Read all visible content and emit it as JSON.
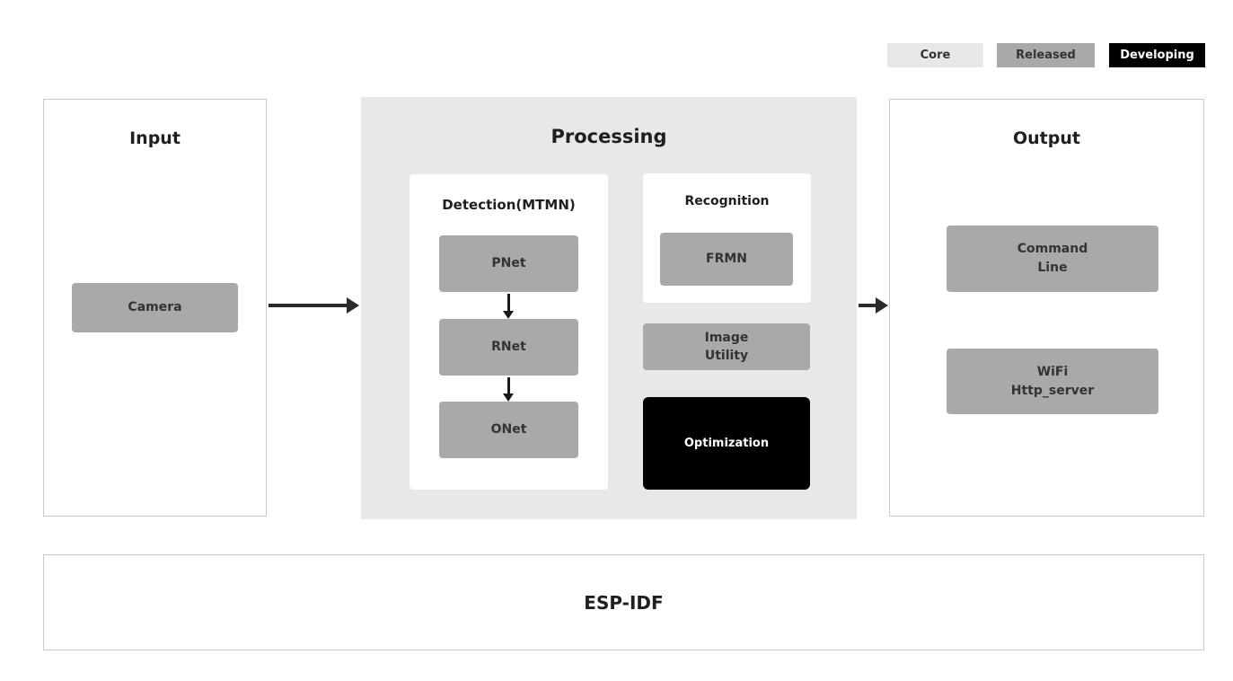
{
  "legend": {
    "core": "Core",
    "released": "Released",
    "developing": "Developing"
  },
  "input": {
    "title": "Input",
    "camera": "Camera"
  },
  "processing": {
    "title": "Processing",
    "detection": {
      "title": "Detection(MTMN)",
      "pnet": "PNet",
      "rnet": "RNet",
      "onet": "ONet"
    },
    "recognition": {
      "title": "Recognition",
      "frmn": "FRMN"
    },
    "image_utility": "Image\nUtility",
    "optimization": "Optimization"
  },
  "output": {
    "title": "Output",
    "command_line": "Command\nLine",
    "wifi_http_server": "WiFi\nHttp_server"
  },
  "platform": {
    "title": "ESP-IDF"
  },
  "colors": {
    "core_bg": "#e8e8e8",
    "released_bg": "#a9a9a9",
    "developing_bg": "#000000",
    "developing_text": "#ffffff",
    "node_bg": "#a9a9a9",
    "node_text": "#333333",
    "processing_bg": "#e8e8e8",
    "panel_border": "#c9c9c9",
    "arrow": "#2b2b2b"
  }
}
